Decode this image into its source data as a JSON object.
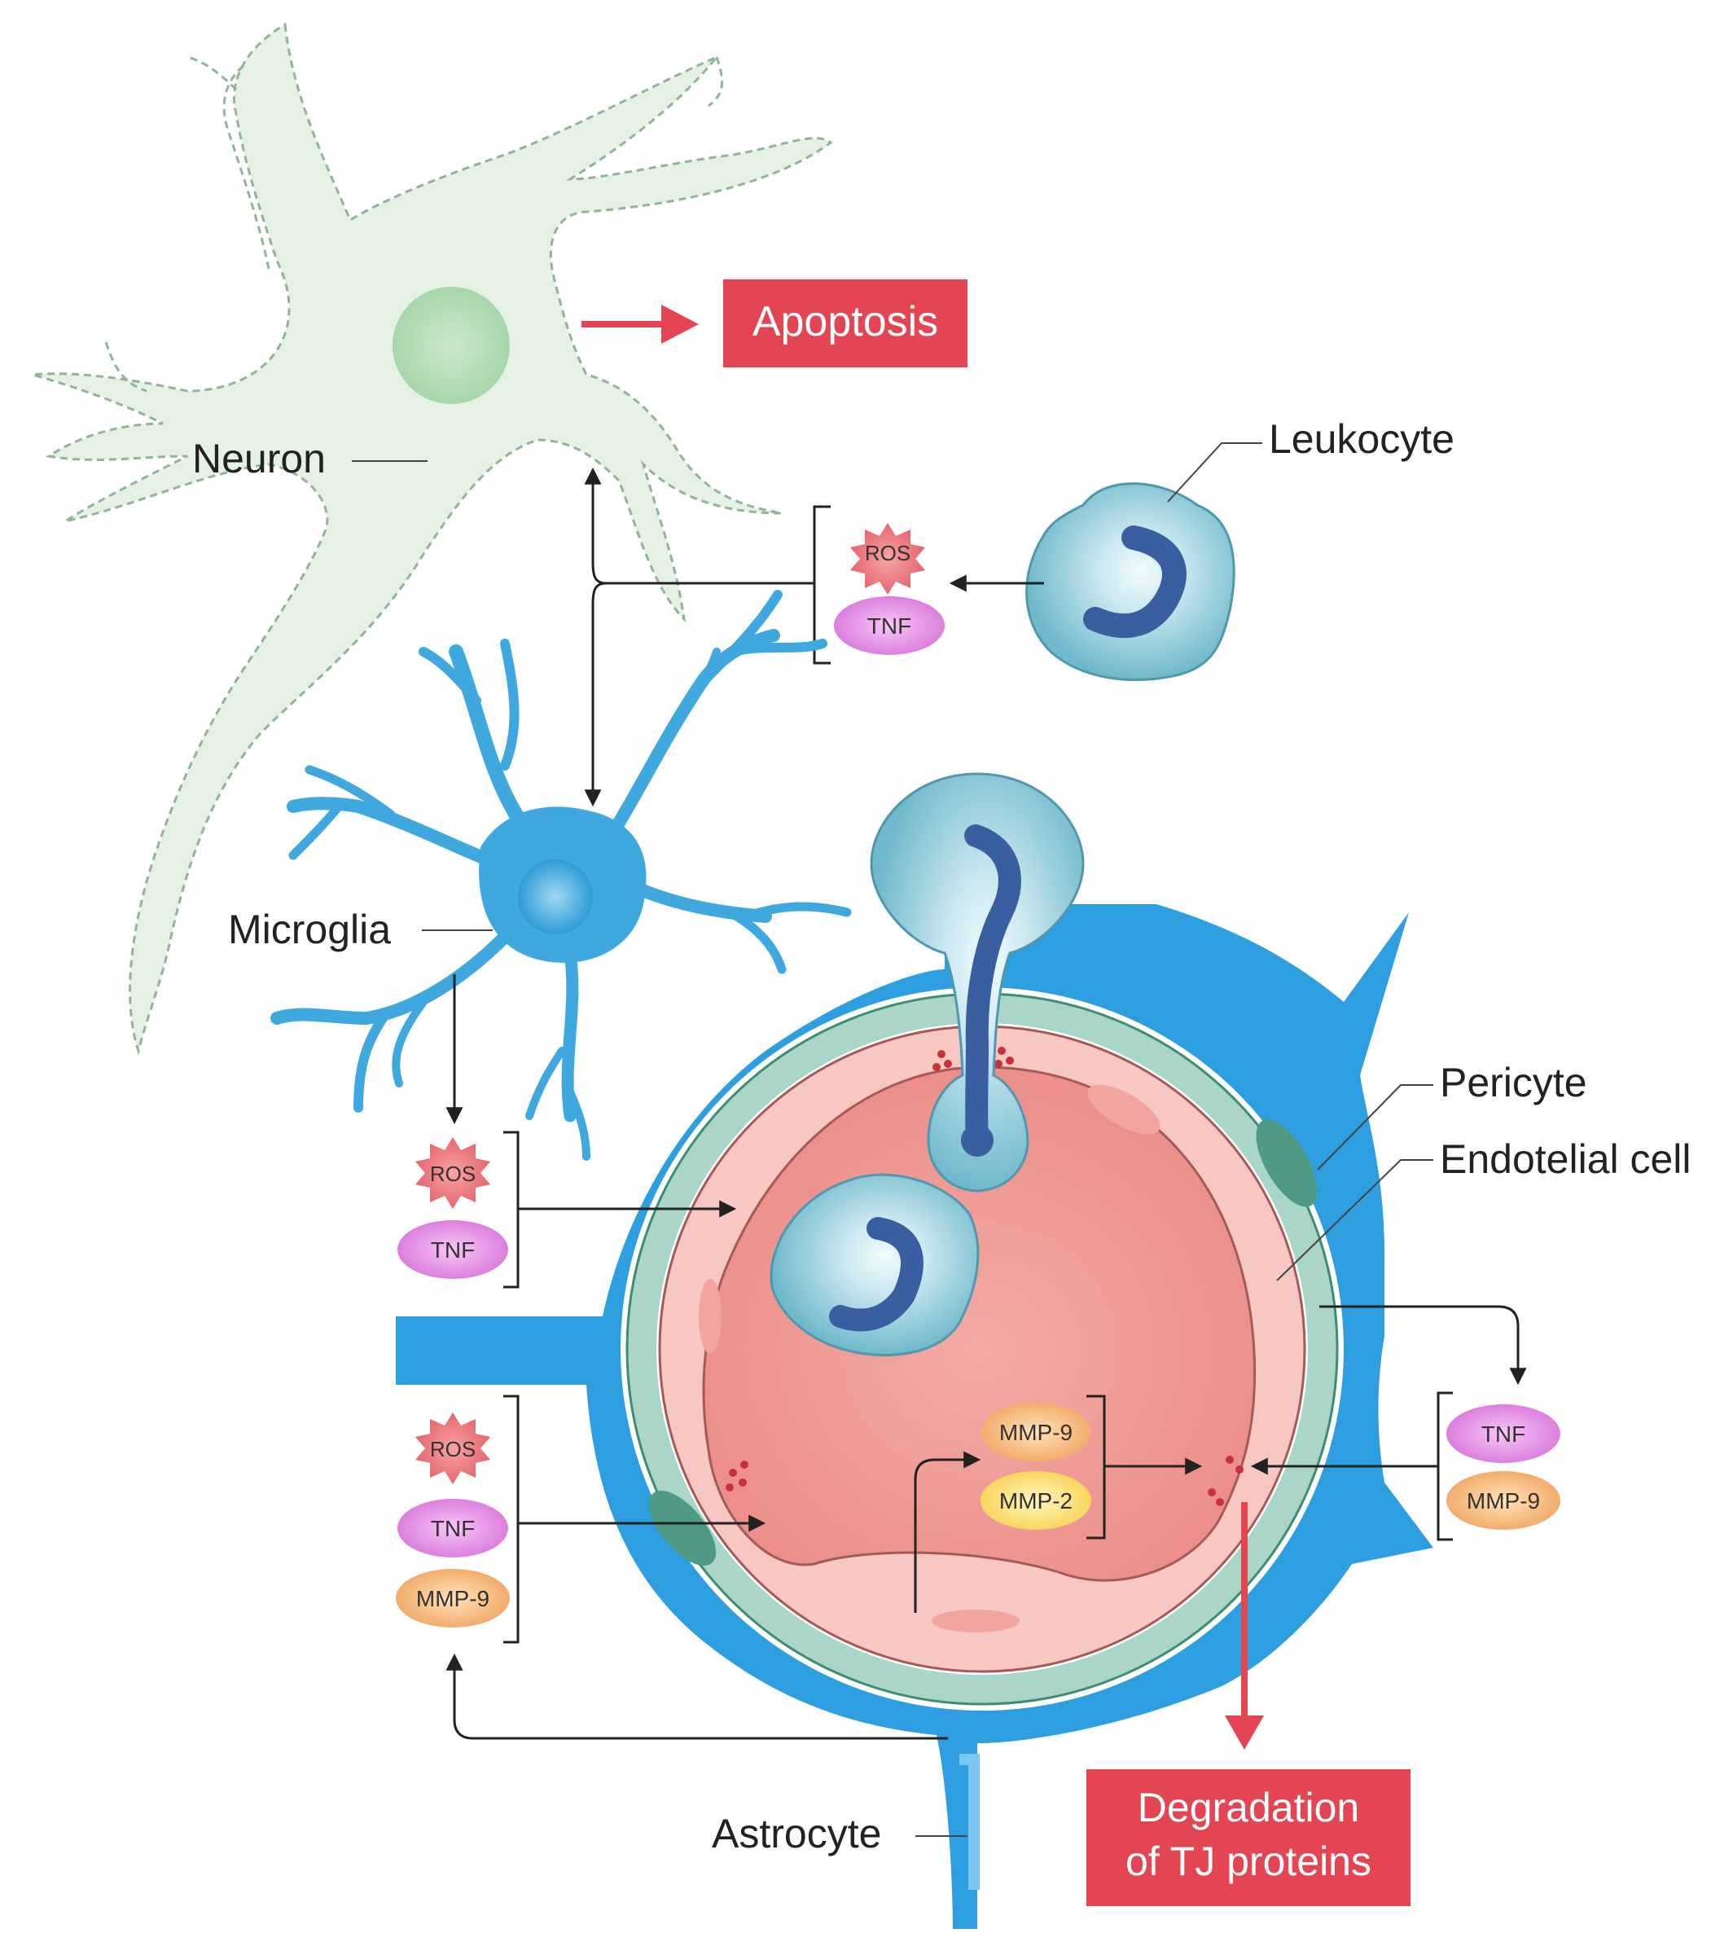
{
  "labels": {
    "neuron": "Neuron",
    "microglia": "Microglia",
    "leukocyte": "Leukocyte",
    "pericyte": "Pericyte",
    "endothelial": "Endotelial cell",
    "astrocyte": "Astrocyte"
  },
  "boxes": {
    "apoptosis": "Apoptosis",
    "degradation_line1": "Degradation",
    "degradation_line2": "of TJ proteins"
  },
  "mediators": {
    "ros": "ROS",
    "tnf": "TNF",
    "mmp9": "MMP-9",
    "mmp2": "MMP-2"
  },
  "colors": {
    "red_box": "#e34552",
    "neuron": "#e6f1e6",
    "microglia": "#3fa9df",
    "astrocyte": "#2d9fe0",
    "pericyte": "#a9d6c8",
    "endothelium": "#f6c7c3",
    "lumen": "#ef9a96",
    "leukocyte": "#8ccbd8",
    "nucleus": "#3a5fa0",
    "ros": "#e8636b",
    "tnf": "#e07ee0",
    "mmp": "#f4ad6c"
  }
}
